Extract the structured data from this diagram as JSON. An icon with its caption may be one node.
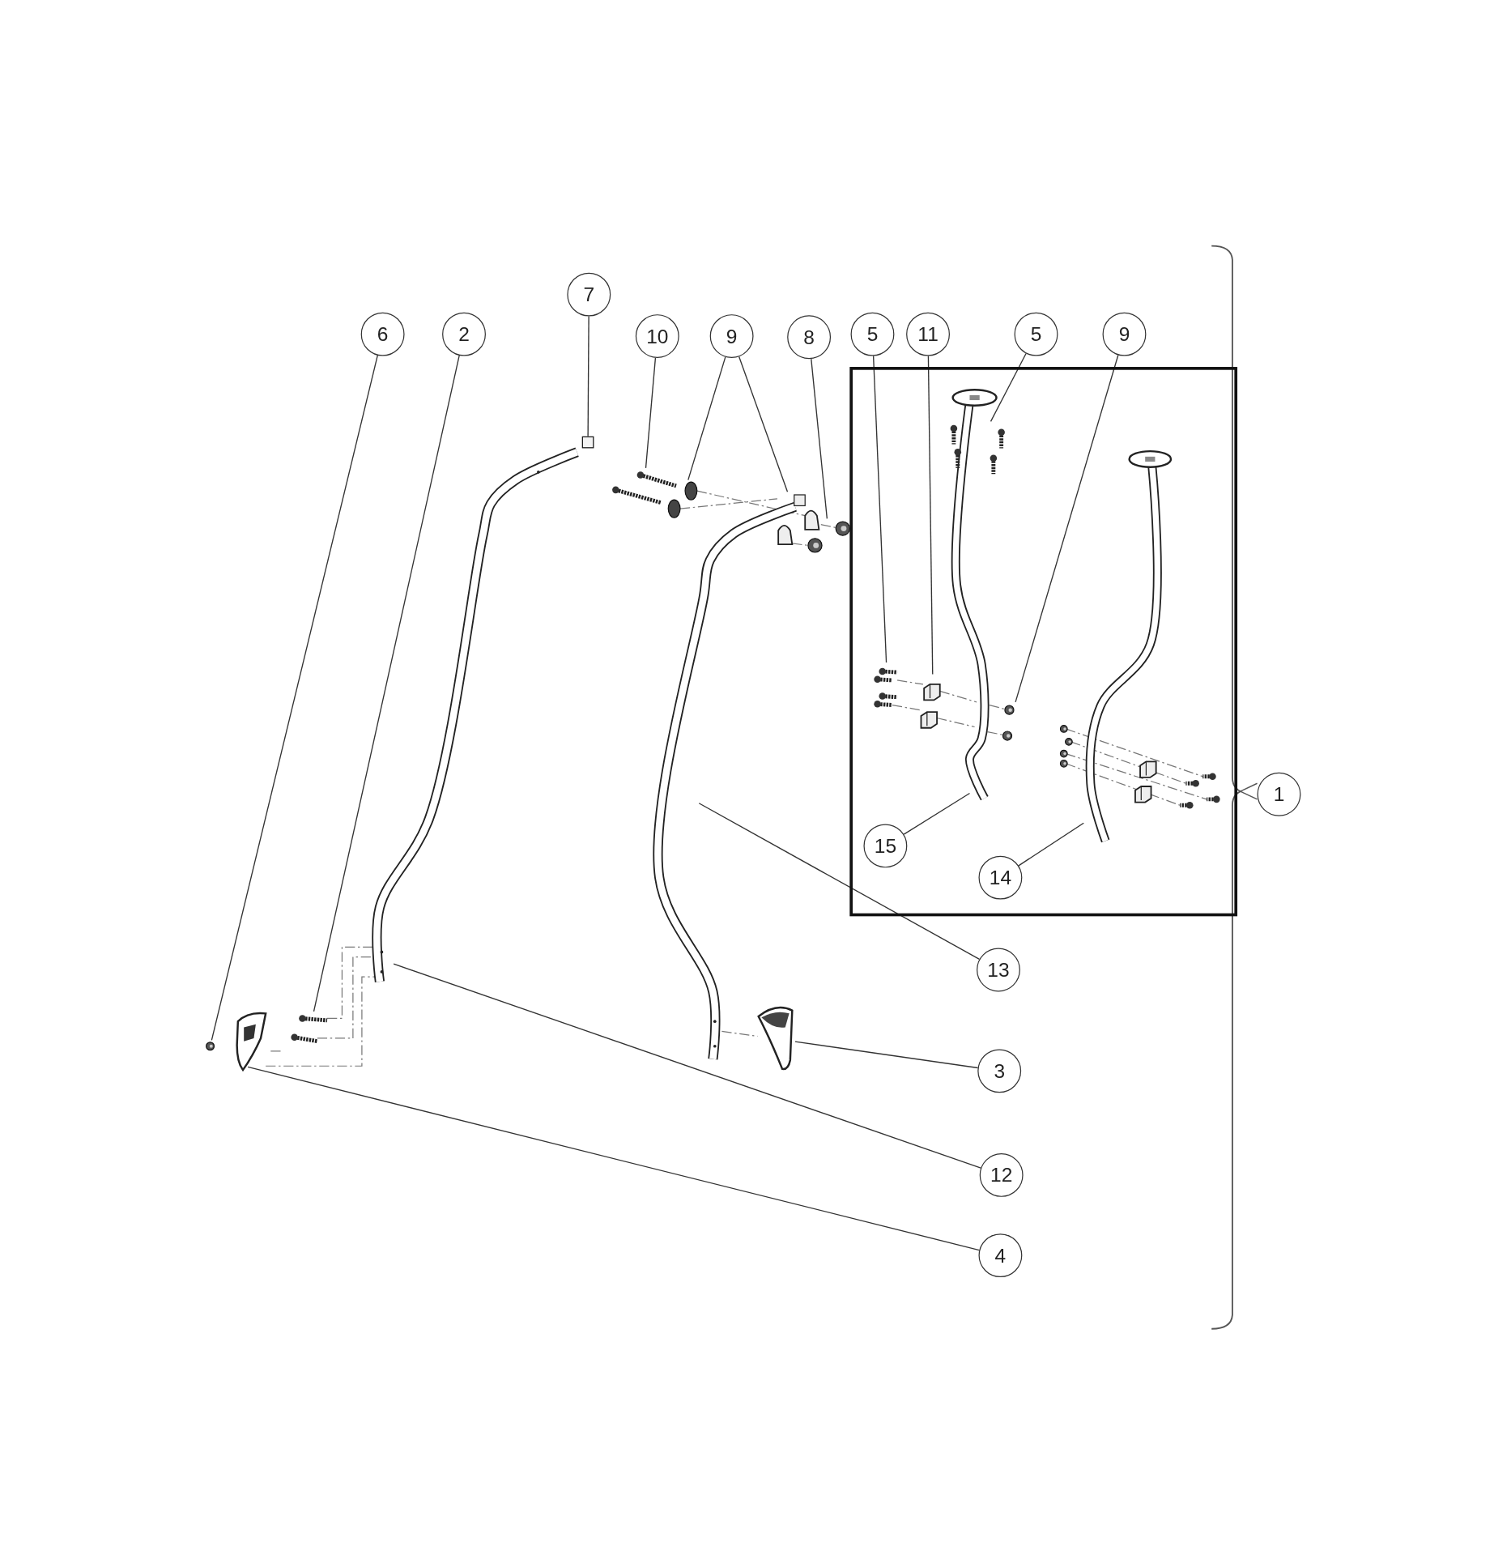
{
  "diagram": {
    "nodes": [
      {
        "text": [
          "7"
        ]
      },
      {
        "text": [
          "6"
        ]
      },
      {
        "text": [
          "2"
        ]
      },
      {
        "text": [
          "10"
        ]
      },
      {
        "text": [
          "9"
        ]
      },
      {
        "text": [
          "8"
        ]
      },
      {
        "text": [
          "5"
        ]
      },
      {
        "text": [
          "11"
        ]
      },
      {
        "text": [
          "5"
        ]
      },
      {
        "text": [
          "9"
        ]
      },
      {
        "text": [],
        "shape": "box"
      },
      {
        "text": [
          "1"
        ]
      },
      {
        "text": [
          "15"
        ],
        "in": 10
      },
      {
        "text": [
          "14"
        ],
        "in": 10
      },
      {
        "text": [
          "13"
        ]
      },
      {
        "text": [
          "3"
        ]
      },
      {
        "text": [
          "12"
        ]
      },
      {
        "text": [
          "4"
        ]
      },
      {
        "text": [],
        "shape": "box"
      },
      {
        "text": [],
        "shape": "picture"
      },
      {
        "text": [],
        "shape": "picture"
      },
      {
        "text": [],
        "shape": "picture"
      },
      {
        "text": [],
        "shape": "picture"
      },
      {
        "text": [],
        "shape": "picture"
      },
      {
        "text": [],
        "shape": "picture"
      },
      {
        "text": [],
        "shape": "picture"
      },
      {
        "text": [],
        "shape": "picture"
      },
      {
        "text": [],
        "shape": "picture"
      },
      {
        "text": [],
        "shape": "picture"
      },
      {
        "text": [],
        "shape": "picture",
        "in": 10
      },
      {
        "text": [],
        "shape": "picture",
        "in": 10
      },
      {
        "text": [],
        "shape": "picture",
        "in": 10
      },
      {
        "text": [],
        "shape": "picture",
        "in": 10
      },
      {
        "text": [],
        "shape": "picture",
        "in": 10
      },
      {
        "text": [],
        "shape": "picture",
        "in": 10
      }
    ],
    "edges": [
      {
        "from": 0,
        "to": 18,
        "arrow": "none"
      },
      {
        "from": 1,
        "to": 26,
        "arrow": "none"
      },
      {
        "from": 2,
        "to": 25,
        "arrow": "none"
      },
      {
        "from": 3,
        "to": 21,
        "arrow": "none"
      },
      {
        "from": 4,
        "to": 22,
        "arrow": "none"
      },
      {
        "from": 4,
        "to": 23,
        "arrow": "none"
      },
      {
        "from": 5,
        "to": 24,
        "arrow": "none"
      },
      {
        "from": 6,
        "to": 31,
        "arrow": "none"
      },
      {
        "from": 7,
        "to": 32,
        "arrow": "none"
      },
      {
        "from": 8,
        "to": 33,
        "arrow": "none"
      },
      {
        "from": 9,
        "to": 34,
        "arrow": "none"
      },
      {
        "from": 12,
        "to": 29,
        "arrow": "none"
      },
      {
        "from": 13,
        "to": 30,
        "arrow": "none"
      },
      {
        "from": 14,
        "to": 20,
        "arrow": "none"
      },
      {
        "from": 15,
        "to": 28,
        "arrow": "none"
      },
      {
        "from": 16,
        "to": 19,
        "arrow": "none"
      },
      {
        "from": 17,
        "to": 27,
        "arrow": "none"
      },
      {
        "from": 25,
        "to": 19,
        "arrow": "none",
        "style": "dashed"
      },
      {
        "from": 25,
        "to": 19,
        "arrow": "none",
        "style": "dashed"
      },
      {
        "from": 27,
        "to": 19,
        "arrow": "none",
        "style": "dashed"
      },
      {
        "from": 22,
        "to": 23,
        "arrow": "none",
        "style": "dashed"
      },
      {
        "from": 22,
        "to": 23,
        "arrow": "none",
        "style": "dashed"
      },
      {
        "from": 23,
        "to": 24,
        "arrow": "none",
        "style": "dashed"
      },
      {
        "from": 23,
        "to": 24,
        "arrow": "none",
        "style": "dashed"
      },
      {
        "from": 31,
        "to": 32,
        "arrow": "none",
        "style": "dashed"
      },
      {
        "from": 31,
        "to": 32,
        "arrow": "none",
        "style": "dashed"
      },
      {
        "from": 32,
        "to": 29,
        "arrow": "none",
        "style": "dashed"
      },
      {
        "from": 32,
        "to": 29,
        "arrow": "none",
        "style": "dashed"
      },
      {
        "from": 20,
        "to": 28,
        "arrow": "none",
        "style": "dashed"
      },
      {
        "from": 29,
        "to": 34,
        "arrow": "none",
        "style": "dashed"
      },
      {
        "from": 29,
        "to": 34,
        "arrow": "none",
        "style": "dashed"
      }
    ]
  }
}
